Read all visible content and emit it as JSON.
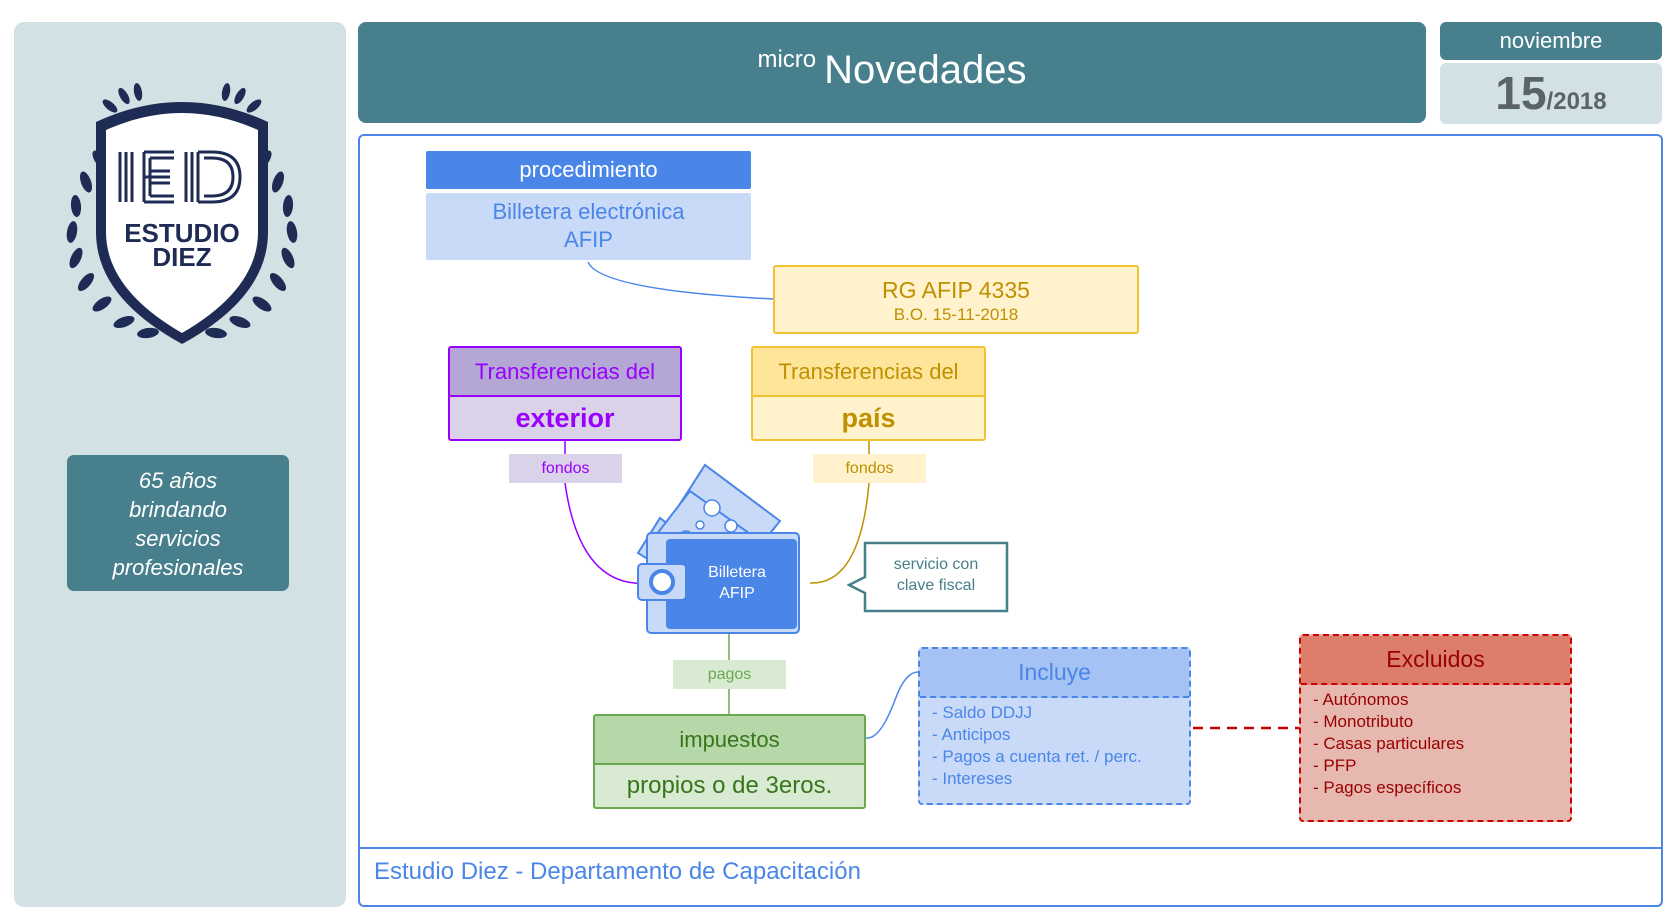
{
  "sidebar": {
    "logo_text": "IED ESTUDIO DIEZ",
    "tagline": [
      "65 años",
      "brindando",
      "servicios",
      "profesionales"
    ]
  },
  "header": {
    "prefix": "micro",
    "title": "Novedades"
  },
  "date": {
    "month": "noviembre",
    "day": "15",
    "year": "/2018"
  },
  "diagram": {
    "procedure": {
      "header": "procedimiento",
      "lines": [
        "Billetera electrónica",
        "AFIP"
      ]
    },
    "regulation": {
      "title": "RG AFIP 4335",
      "subtitle": "B.O. 15-11-2018"
    },
    "transfer_abroad": {
      "top": "Transferencias del",
      "bottom": "exterior"
    },
    "transfer_local": {
      "top": "Transferencias del",
      "bottom": "país"
    },
    "funds_left_label": "fondos",
    "funds_right_label": "fondos",
    "wallet_label": [
      "Billetera",
      "AFIP"
    ],
    "callout": [
      "servicio con",
      "clave fiscal"
    ],
    "payments_label": "pagos",
    "taxes": {
      "top": "impuestos",
      "bottom": "propios o de 3eros."
    },
    "includes": {
      "title": "Incluye",
      "items": [
        "- Saldo DDJJ",
        "- Anticipos",
        "- Pagos a cuenta ret. / perc.",
        "- Intereses"
      ]
    },
    "excludes": {
      "title": "Excluidos",
      "items": [
        "- Autónomos",
        "- Monotributo",
        "- Casas particulares",
        "- PFP",
        "- Pagos específicos"
      ]
    }
  },
  "footer": {
    "text": "Estudio Diez - Departamento de Capacitación"
  },
  "colors": {
    "teal": "#47808c",
    "light_teal": "#d2e1e4",
    "blue": "#4a86e8",
    "purple": "#9900ff",
    "gold": "#bf9000",
    "green": "#6aa84f",
    "red": "#cc0000",
    "navy": "#1d2b55"
  }
}
